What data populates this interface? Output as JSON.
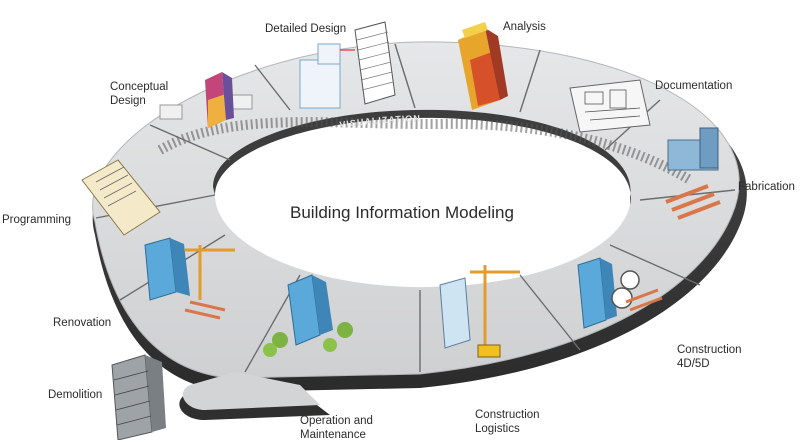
{
  "title": "Building Information Modeling",
  "ring_label": "VISUALIZATION",
  "stages": {
    "detailed_design": "Detailed Design",
    "analysis": "Analysis",
    "conceptual_design": "Conceptual\nDesign",
    "documentation": "Documentation",
    "fabrication": "Fabrication",
    "programming": "Programming",
    "renovation": "Renovation",
    "construction_4d5d": "Construction\n4D/5D",
    "demolition": "Demolition",
    "operation_maintenance": "Operation and\nMaintenance",
    "construction_logistics": "Construction\nLogistics"
  },
  "colors": {
    "ring_top": "#d9dadb",
    "ring_side": "#3a3a3a",
    "ring_inner": "#9a9b9c",
    "building_blue": "#5aa9da",
    "crane_orange": "#e39b2c",
    "wood": "#d9774a"
  }
}
